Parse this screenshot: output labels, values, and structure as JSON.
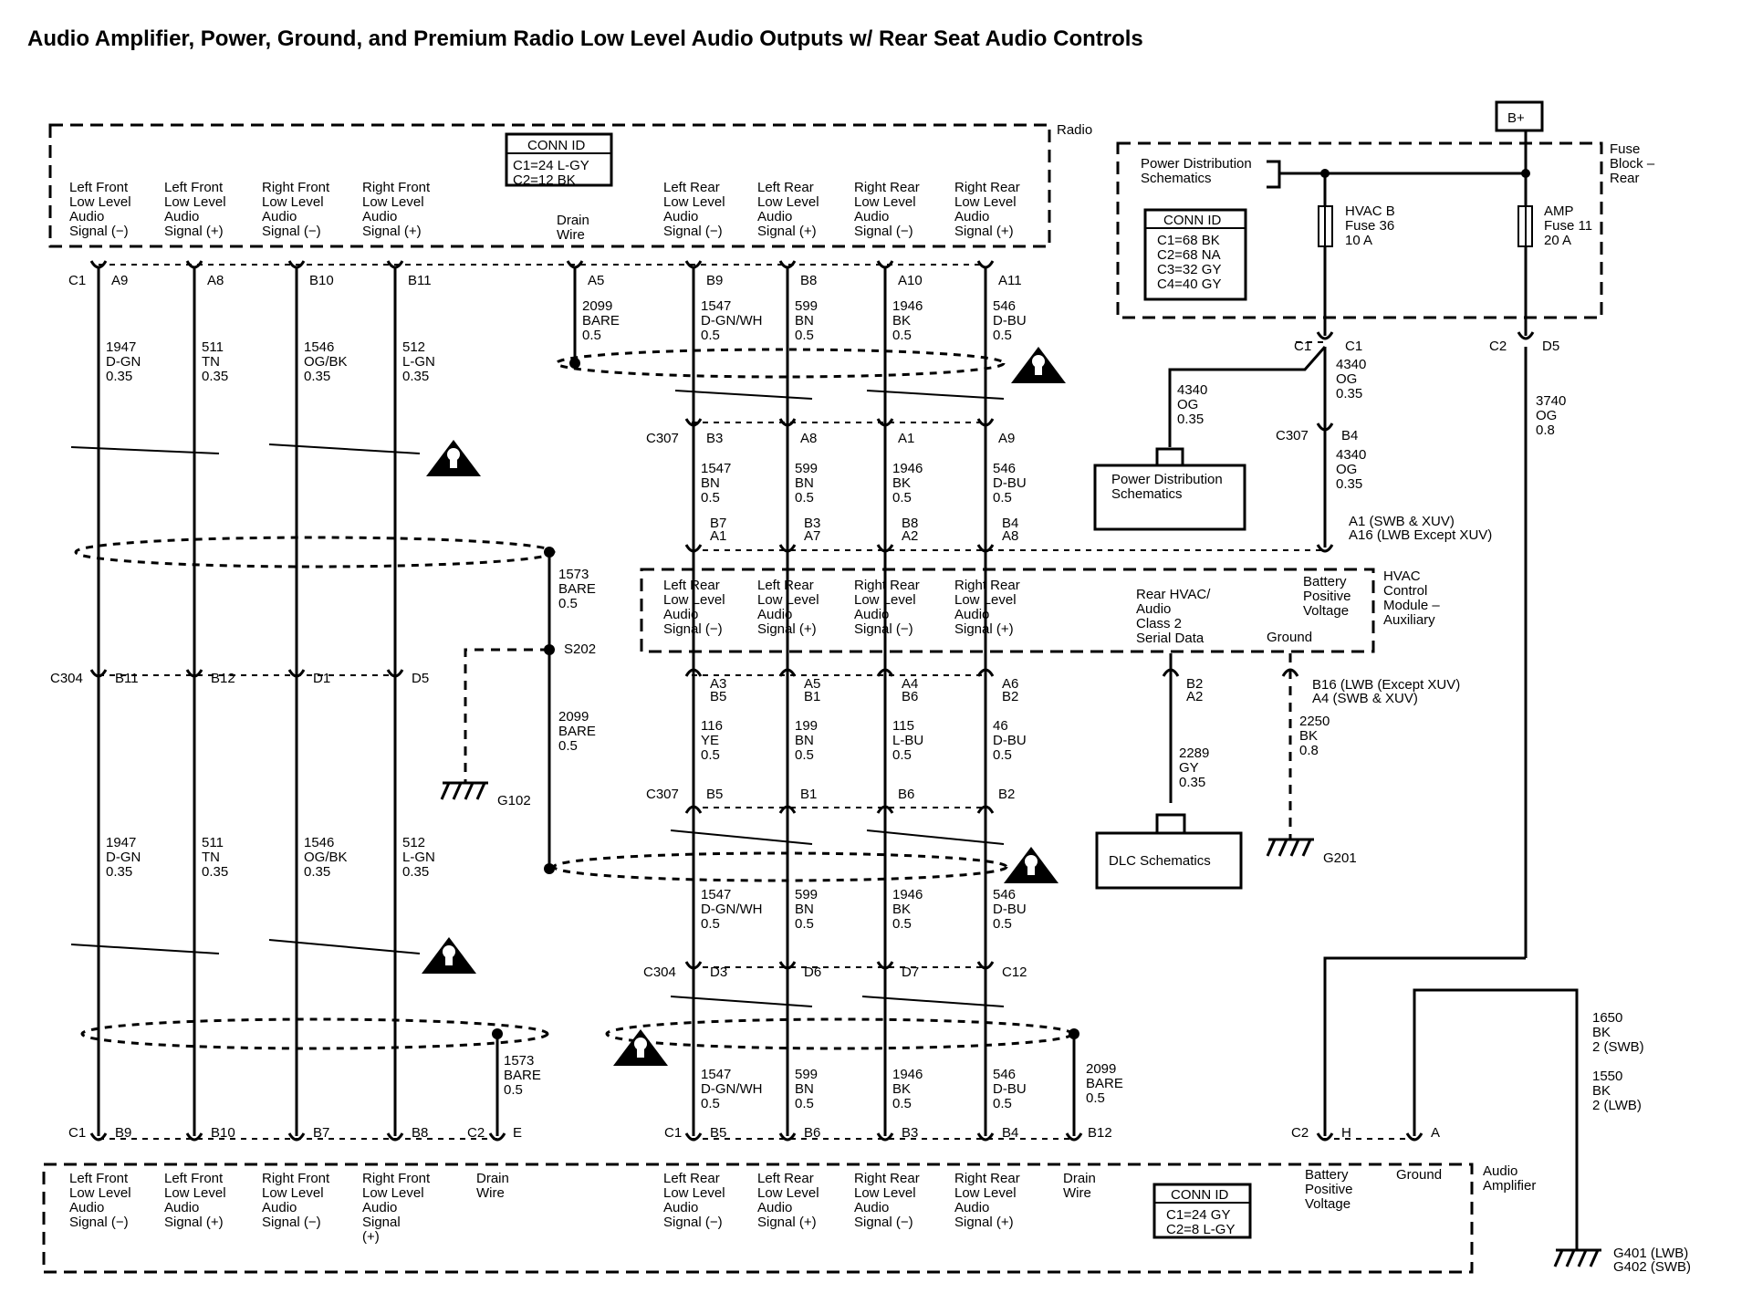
{
  "title": "Audio Amplifier, Power, Ground, and Premium Radio Low Level Audio Outputs w/ Rear Seat Audio Controls",
  "radio": {
    "name": "Radio",
    "conn_id": [
      "CONN ID",
      "C1=24 L-GY",
      "C2=12 BK"
    ],
    "pins": [
      [
        "Left Front",
        "Low Level",
        "Audio",
        "Signal (−)"
      ],
      [
        "Left Front",
        "Low Level",
        "Audio",
        "Signal (+)"
      ],
      [
        "Right Front",
        "Low Level",
        "Audio",
        "Signal (−)"
      ],
      [
        "Right Front",
        "Low Level",
        "Audio",
        "Signal (+)"
      ],
      [
        "Drain",
        "Wire"
      ],
      [
        "Left Rear",
        "Low Level",
        "Audio",
        "Signal (−)"
      ],
      [
        "Left Rear",
        "Low Level",
        "Audio",
        "Signal (+)"
      ],
      [
        "Right Rear",
        "Low Level",
        "Audio",
        "Signal (−)"
      ],
      [
        "Right Rear",
        "Low Level",
        "Audio",
        "Signal (+)"
      ]
    ],
    "connector": "C1",
    "terminals": [
      "A9",
      "A8",
      "B10",
      "B11",
      "A5",
      "B9",
      "B8",
      "A10",
      "A11"
    ]
  },
  "fuse_block": {
    "name": [
      "Fuse",
      "Block –",
      "Rear"
    ],
    "b_plus": "B+",
    "power_dist": [
      "Power Distribution",
      "Schematics"
    ],
    "conn_id": [
      "CONN ID",
      "C1=68 BK",
      "C2=68 NA",
      "C3=32 GY",
      "C4=40 GY"
    ],
    "fuse_hvac": [
      "HVAC B",
      "Fuse 36",
      "10 A"
    ],
    "fuse_amp": [
      "AMP",
      "Fuse 11",
      "20 A"
    ],
    "out_left": [
      "C1",
      "C1"
    ],
    "out_right": [
      "C2",
      "D5"
    ]
  },
  "wires_upper_left": [
    [
      "1947",
      "D-GN",
      "0.35"
    ],
    [
      "511",
      "TN",
      "0.35"
    ],
    [
      "1546",
      "OG/BK",
      "0.35"
    ],
    [
      "512",
      "L-GN",
      "0.35"
    ]
  ],
  "wires_upper_right": [
    [
      "2099",
      "BARE",
      "0.5"
    ],
    [
      "1547",
      "D-GN/WH",
      "0.5"
    ],
    [
      "599",
      "BN",
      "0.5"
    ],
    [
      "1946",
      "BK",
      "0.5"
    ],
    [
      "546",
      "D-BU",
      "0.5"
    ]
  ],
  "c307_top": {
    "label": "C307",
    "terminals": [
      "B3",
      "A8",
      "A1",
      "A9"
    ],
    "wires": [
      [
        "1547",
        "BN",
        "0.5"
      ],
      [
        "599",
        "BN",
        "0.5"
      ],
      [
        "1946",
        "BK",
        "0.5"
      ],
      [
        "546",
        "D-BU",
        "0.5"
      ]
    ],
    "hvac_terminals": [
      [
        "B7",
        "A1"
      ],
      [
        "B3",
        "A7"
      ],
      [
        "B8",
        "A2"
      ],
      [
        "B4",
        "A8"
      ]
    ]
  },
  "hvac_power": {
    "wire_upper": [
      "4340",
      "OG",
      "0.35"
    ],
    "branch_wire": [
      "4340",
      "OG",
      "0.35"
    ],
    "c307": "C307",
    "c307_term": "B4",
    "wire_lower": [
      "4340",
      "OG",
      "0.35"
    ],
    "terminal": [
      "A1 (SWB & XUV)",
      "A16 (LWB Except XUV)"
    ],
    "pds_box": [
      "Power Distribution",
      "Schematics"
    ],
    "amp_wire": [
      "3740",
      "OG",
      "0.8"
    ]
  },
  "hvac_module": {
    "name": [
      "HVAC",
      "Control",
      "Module –",
      "Auxiliary"
    ],
    "pins": [
      [
        "Left Rear",
        "Low Level",
        "Audio",
        "Signal (−)"
      ],
      [
        "Left Rear",
        "Low Level",
        "Audio",
        "Signal (+)"
      ],
      [
        "Right Rear",
        "Low Level",
        "Audio",
        "Signal (−)"
      ],
      [
        "Right Rear",
        "Low Level",
        "Audio",
        "Signal (+)"
      ],
      [
        "Rear HVAC/",
        "Audio",
        "Class 2",
        "Serial Data"
      ],
      [
        "Ground"
      ],
      [
        "Battery",
        "Positive",
        "Voltage"
      ]
    ],
    "out_terminals": [
      [
        "A3",
        "B5"
      ],
      [
        "A5",
        "B1"
      ],
      [
        "A4",
        "B6"
      ],
      [
        "A6",
        "B2"
      ]
    ],
    "out_wires": [
      [
        "116",
        "YE",
        "0.5"
      ],
      [
        "199",
        "BN",
        "0.5"
      ],
      [
        "115",
        "L-BU",
        "0.5"
      ],
      [
        "46",
        "D-BU",
        "0.5"
      ]
    ],
    "serial_term": [
      "B2",
      "A2"
    ],
    "serial_wire": [
      "2289",
      "GY",
      "0.35"
    ],
    "dlc": "DLC Schematics",
    "ground_term": [
      "B16 (LWB (Except XUV)",
      "A4 (SWB & XUV)"
    ],
    "ground_wire": [
      "2250",
      "BK",
      "0.8"
    ],
    "ground": "G201"
  },
  "c307_bottom": {
    "label": "C307",
    "terminals": [
      "B5",
      "B1",
      "B6",
      "B2"
    ],
    "wires": [
      [
        "1547",
        "D-GN/WH",
        "0.5"
      ],
      [
        "599",
        "BN",
        "0.5"
      ],
      [
        "1946",
        "BK",
        "0.5"
      ],
      [
        "546",
        "D-BU",
        "0.5"
      ]
    ]
  },
  "c304_left": {
    "label": "C304",
    "terminals": [
      "B11",
      "B12",
      "D1",
      "D5"
    ],
    "wires": [
      [
        "1947",
        "D-GN",
        "0.35"
      ],
      [
        "511",
        "TN",
        "0.35"
      ],
      [
        "1546",
        "OG/BK",
        "0.35"
      ],
      [
        "512",
        "L-GN",
        "0.35"
      ]
    ]
  },
  "c304_right": {
    "label": "C304",
    "terminals": [
      "D3",
      "D6",
      "D7",
      "C12"
    ],
    "wires": [
      [
        "1547",
        "D-GN/WH",
        "0.5"
      ],
      [
        "599",
        "BN",
        "0.5"
      ],
      [
        "1946",
        "BK",
        "0.5"
      ],
      [
        "546",
        "D-BU",
        "0.5"
      ]
    ]
  },
  "drains": {
    "upper": [
      "1573",
      "BARE",
      "0.5"
    ],
    "splice": "S202",
    "splice_wire": [
      "2099",
      "BARE",
      "0.5"
    ],
    "ground": "G102",
    "lower_left": [
      "1573",
      "BARE",
      "0.5"
    ],
    "lower_right": [
      "2099",
      "BARE",
      "0.5"
    ]
  },
  "amplifier": {
    "name": [
      "Audio",
      "Amplifier"
    ],
    "conn_id": [
      "CONN ID",
      "C1=24 GY",
      "C2=8 L-GY"
    ],
    "c1": "C1",
    "c2": "C2",
    "left_terminals": [
      "B9",
      "B10",
      "B7",
      "B8"
    ],
    "drain_left_term": "E",
    "right_terminals": [
      "B5",
      "B6",
      "B3",
      "B4"
    ],
    "drain_right_term": "B12",
    "power_terms": [
      "H",
      "A"
    ],
    "pins": [
      [
        "Left Front",
        "Low Level",
        "Audio",
        "Signal (−)"
      ],
      [
        "Left Front",
        "Low Level",
        "Audio",
        "Signal (+)"
      ],
      [
        "Right Front",
        "Low Level",
        "Audio",
        "Signal (−)"
      ],
      [
        "Right Front",
        "Low Level",
        "Audio",
        "Signal",
        "(+)"
      ],
      [
        "Drain",
        "Wire"
      ],
      [
        "Left Rear",
        "Low Level",
        "Audio",
        "Signal (−)"
      ],
      [
        "Left Rear",
        "Low Level",
        "Audio",
        "Signal (+)"
      ],
      [
        "Right Rear",
        "Low Level",
        "Audio",
        "Signal (−)"
      ],
      [
        "Right Rear",
        "Low Level",
        "Audio",
        "Signal (+)"
      ],
      [
        "Drain",
        "Wire"
      ],
      [
        "Battery",
        "Positive",
        "Voltage"
      ],
      [
        "Ground"
      ]
    ],
    "ground_wire": [
      "1650",
      "BK",
      "2 (SWB)",
      "",
      "1550",
      "BK",
      "2 (LWB)"
    ],
    "ground_labels": [
      "G401 (LWB)",
      "G402  (SWB)"
    ]
  }
}
